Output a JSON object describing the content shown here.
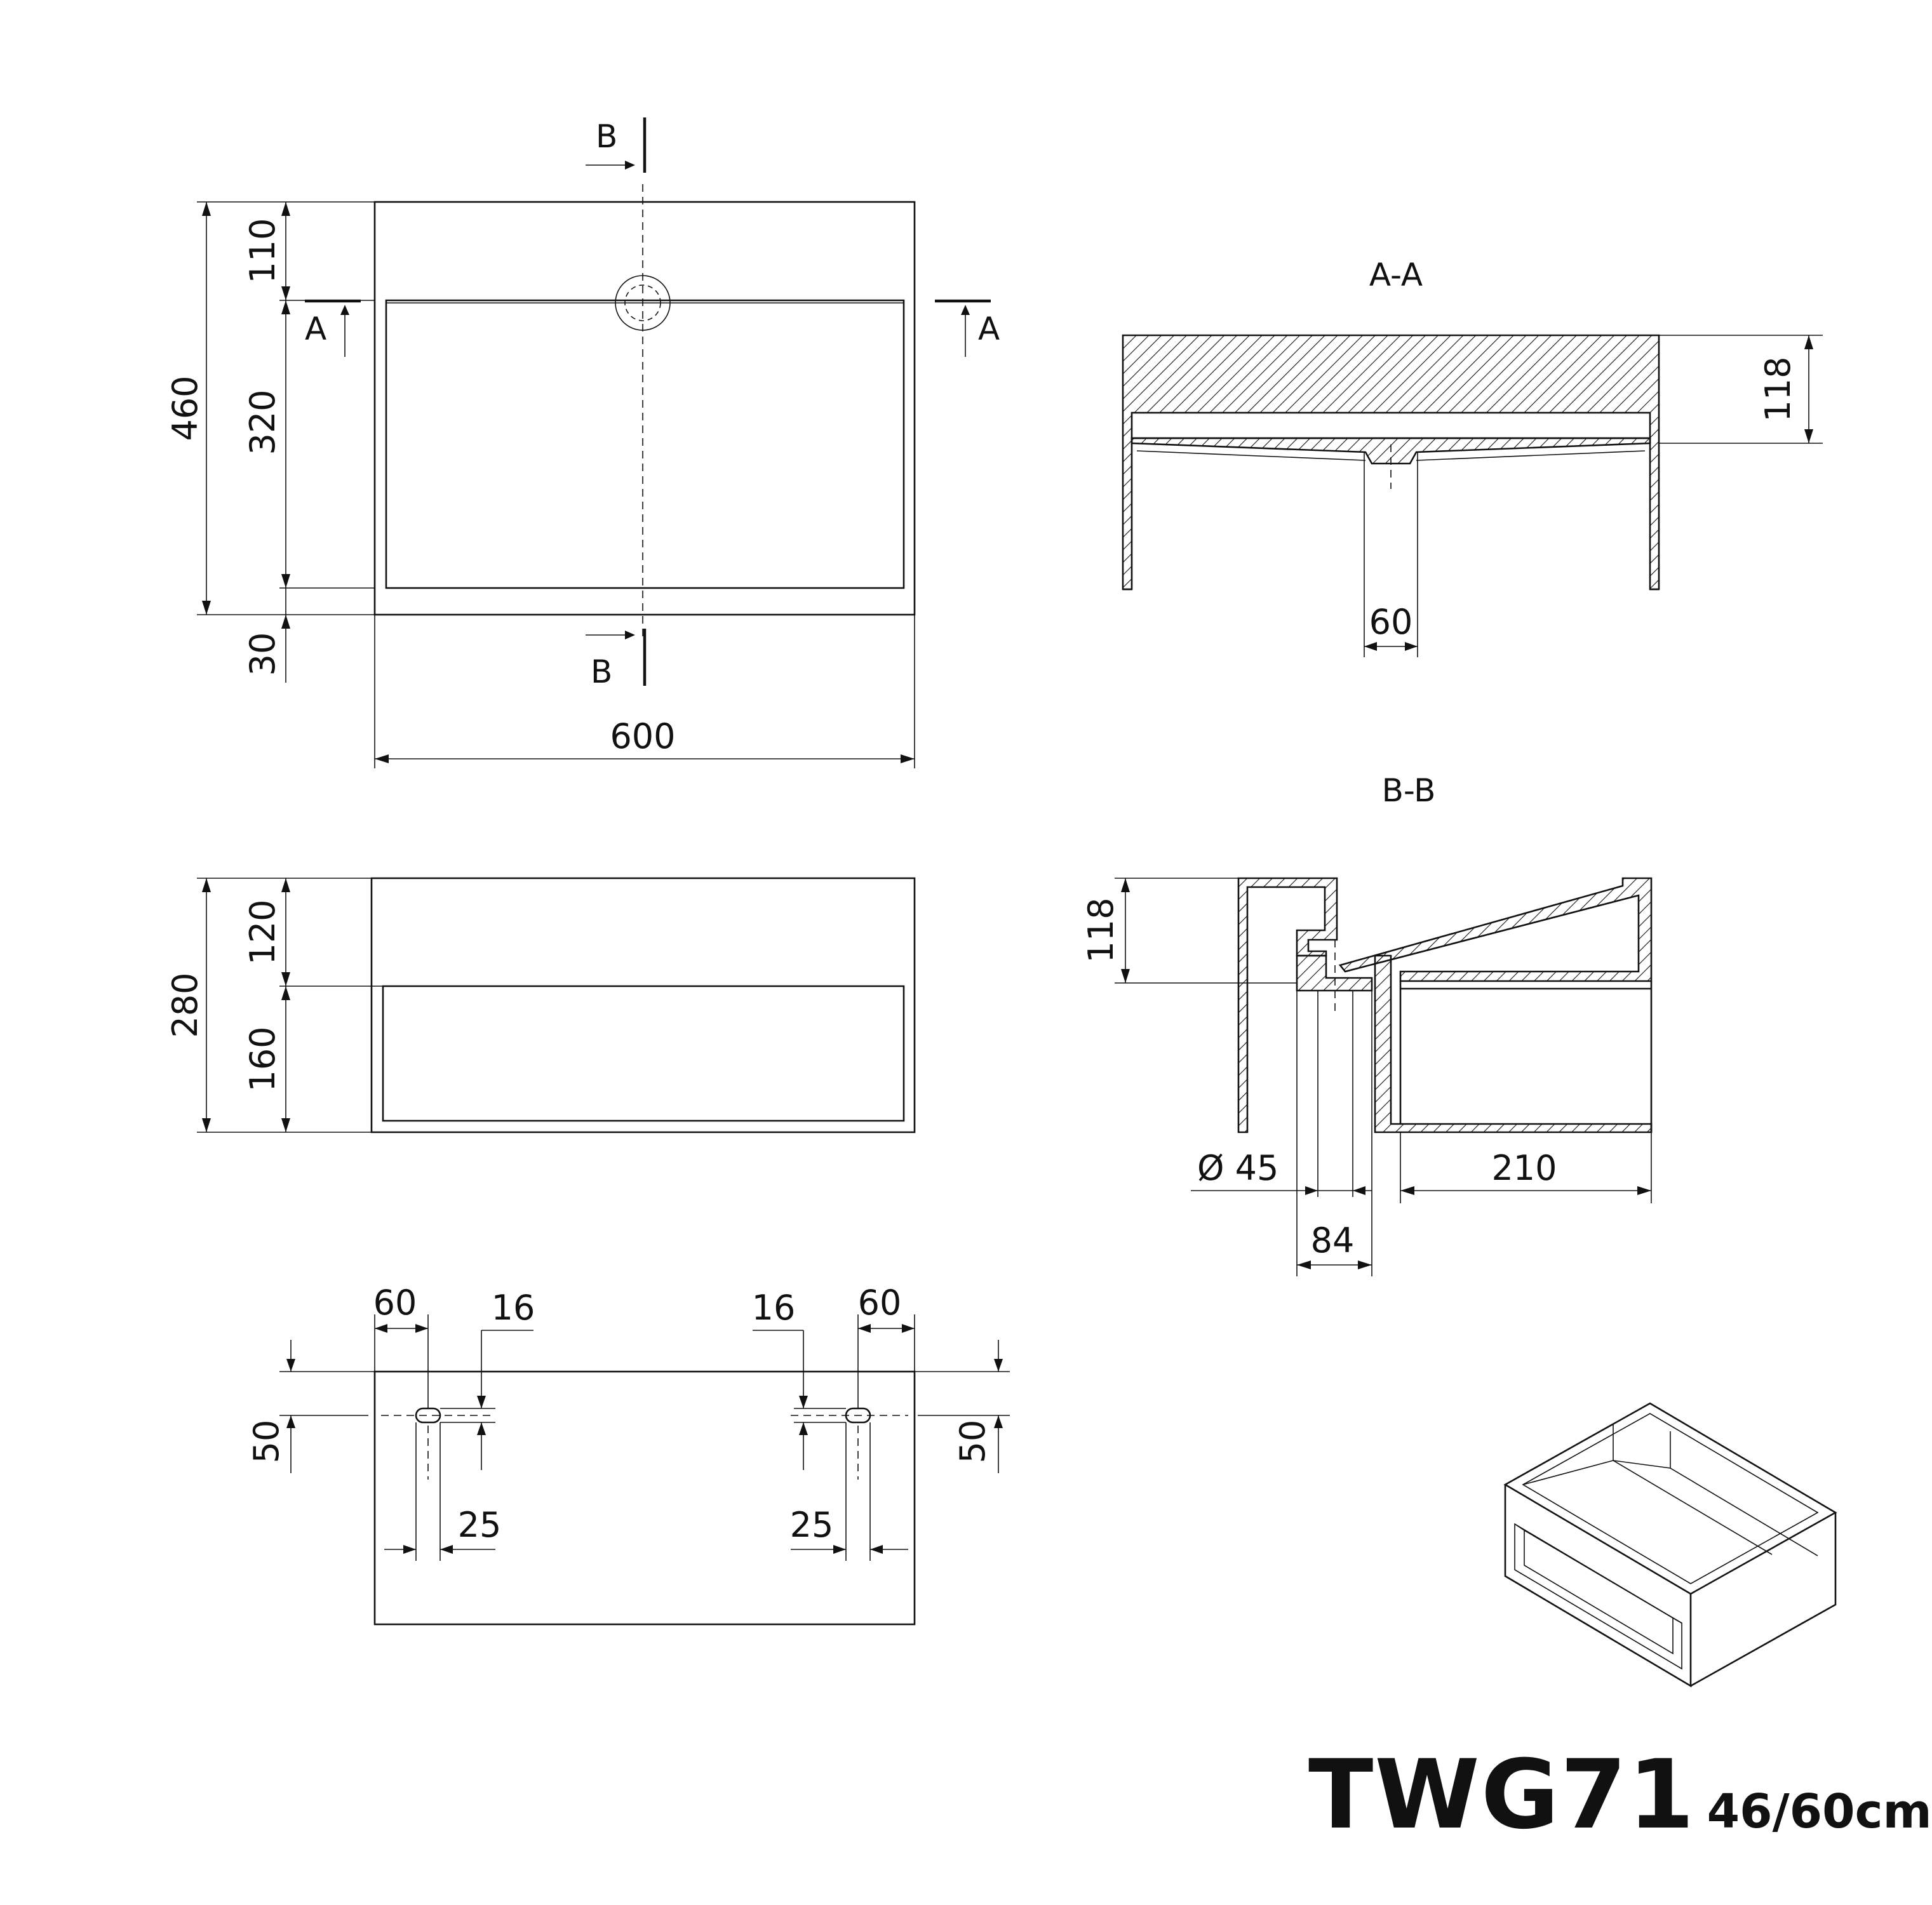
{
  "title": {
    "model": "TWG71",
    "size": "46/60cm"
  },
  "top_view": {
    "width_label": "600",
    "depth_label": "460",
    "rear_label": "110",
    "basin_label": "320",
    "front_label": "30",
    "cut_a": "A",
    "cut_b": "B"
  },
  "section_aa": {
    "title": "A-A",
    "height_label": "118",
    "drain_label": "60"
  },
  "front_view": {
    "total_label": "280",
    "top_label": "120",
    "shelf_label": "160"
  },
  "section_bb": {
    "title": "B-B",
    "height_label": "118",
    "diameter_label": "Ø 45",
    "drain_offset_label": "84",
    "shelf_label": "210"
  },
  "rear_view": {
    "left_offset": "60",
    "right_offset": "60",
    "left_slot": "16",
    "right_slot": "16",
    "left_height": "50",
    "right_height": "50",
    "left_spacing": "25",
    "right_spacing": "25"
  },
  "colors": {
    "line": "#111111",
    "background": "#ffffff"
  }
}
